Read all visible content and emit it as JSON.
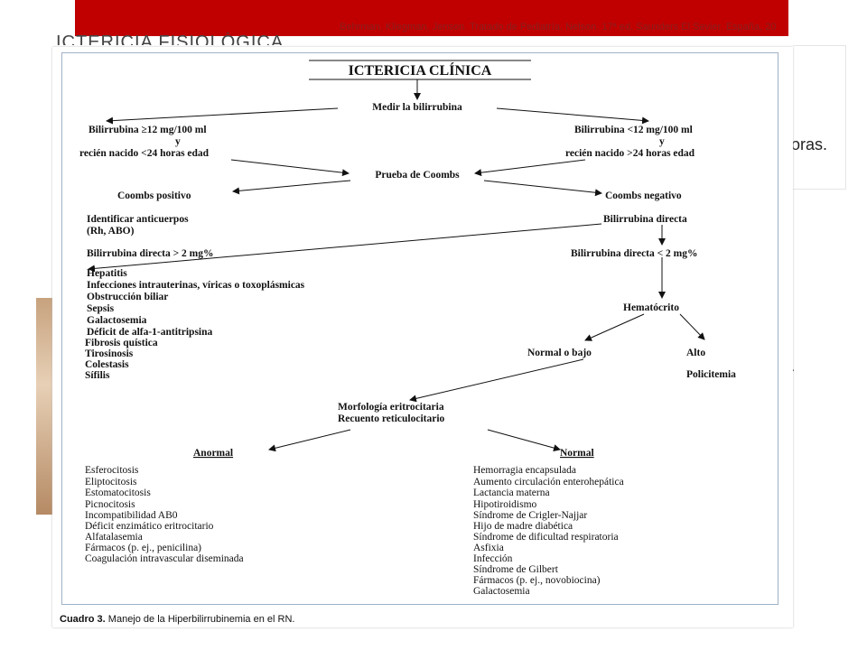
{
  "slide": {
    "citation": "Behrman, Kliegman, Jenson. Tratado de Pediatría. Nelson. 17ª ed. Saunders El Sevier. España, 20",
    "background_title": "ICTERICIA FISIOLÓGICA",
    "background_fragment": "oras.",
    "background_dot": ".",
    "colors": {
      "banner": "#c00000",
      "frame": "#9fb1c8"
    }
  },
  "figure": {
    "title": "ICTERICIA CLÍNICA",
    "caption_label": "Cuadro 3.",
    "caption_text": " Manejo de la Hiperbilirrubinemia en el RN.",
    "nodes": {
      "measure": "Medir la bilirrubina",
      "high_1": "Bilirrubina ≥12 mg/100 ml",
      "high_2": "y",
      "high_3": "recién nacido <24 horas edad",
      "low_1": "Bilirrubina <12 mg/100 ml",
      "low_2": "y",
      "low_3": "recién nacido >24 horas edad",
      "coombs": "Prueba de Coombs",
      "coombs_pos": "Coombs positivo",
      "coombs_neg": "Coombs negativo",
      "antibodies_1": "Identificar anticuerpos",
      "antibodies_2": "(Rh, ABO)",
      "direct_high": "Bilirrubina directa > 2 mg%",
      "direct": "Bilirrubina directa",
      "direct_low": "Bilirrubina directa < 2 mg%",
      "hematocrit": "Hematócrito",
      "normal_low": "Normal o bajo",
      "high": "Alto",
      "polycythemia": "Policitemia",
      "morph_1": "Morfología eritrocitaria",
      "morph_2": "Recuento reticulocitario",
      "abnormal": "Anormal",
      "normal": "Normal"
    },
    "hepatic_list": [
      "Hepatitis",
      "Infecciones intrauterinas, víricas o toxoplásmicas",
      "Obstrucción biliar",
      "Sepsis",
      "Galactosemia",
      "Déficit de alfa-1-antitripsina",
      "Fibrosis quística",
      "Tirosinosis",
      "Colestasis",
      "Sífilis"
    ],
    "abnormal_list": [
      "Esferocitosis",
      "Eliptocitosis",
      "Estomatocitosis",
      "Picnocitosis",
      "Incompatibilidad AB0",
      "Déficit enzimático eritrocitario",
      "Alfatalasemia",
      "Fármacos (p. ej., penicilina)",
      "Coagulación intravascular diseminada"
    ],
    "normal_list": [
      "Hemorragia encapsulada",
      "Aumento circulación enterohepática",
      "Lactancia materna",
      "Hipotiroidismo",
      "Síndrome de Crigler-Najjar",
      "Hijo de madre diabética",
      "Síndrome de dificultad respiratoria",
      "Asfixia",
      "Infección",
      "Síndrome de Gilbert",
      "Fármacos (p. ej., novobiocina)",
      "Galactosemia"
    ]
  }
}
